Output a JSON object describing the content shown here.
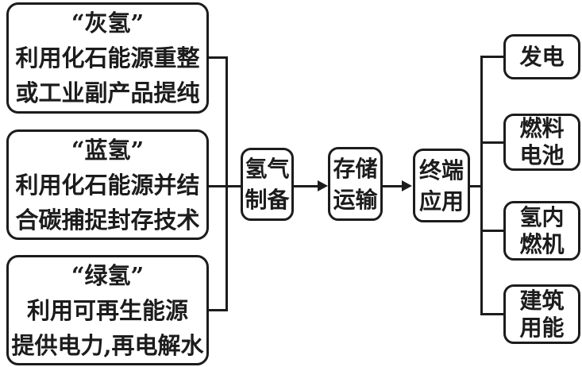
{
  "diagram": {
    "description": "hydrogen-energy-flowchart",
    "source_boxes": [
      {
        "line1": "“灰氢”",
        "line2": "利用化石能源重整",
        "line3": "或工业副产品提纯"
      },
      {
        "line1": "“蓝氢”",
        "line2": "利用化石能源并结",
        "line3": "合碳捕捉封存技术"
      },
      {
        "line1": "“绿氢”",
        "line2": "利用可再生能源",
        "line3": "提供电力,再电解水"
      }
    ],
    "process_boxes": [
      {
        "line1": "氢气",
        "line2": "制备"
      },
      {
        "line1": "存储",
        "line2": "运输"
      },
      {
        "line1": "终端",
        "line2": "应用"
      }
    ],
    "application_boxes": [
      {
        "line1": "发电"
      },
      {
        "line1": "燃料",
        "line2": "电池"
      },
      {
        "line1": "氢内",
        "line2": "燃机"
      },
      {
        "line1": "建筑",
        "line2": "用能"
      }
    ],
    "colors": {
      "stroke": "#1c1c1c",
      "background": "#ffffff"
    }
  }
}
